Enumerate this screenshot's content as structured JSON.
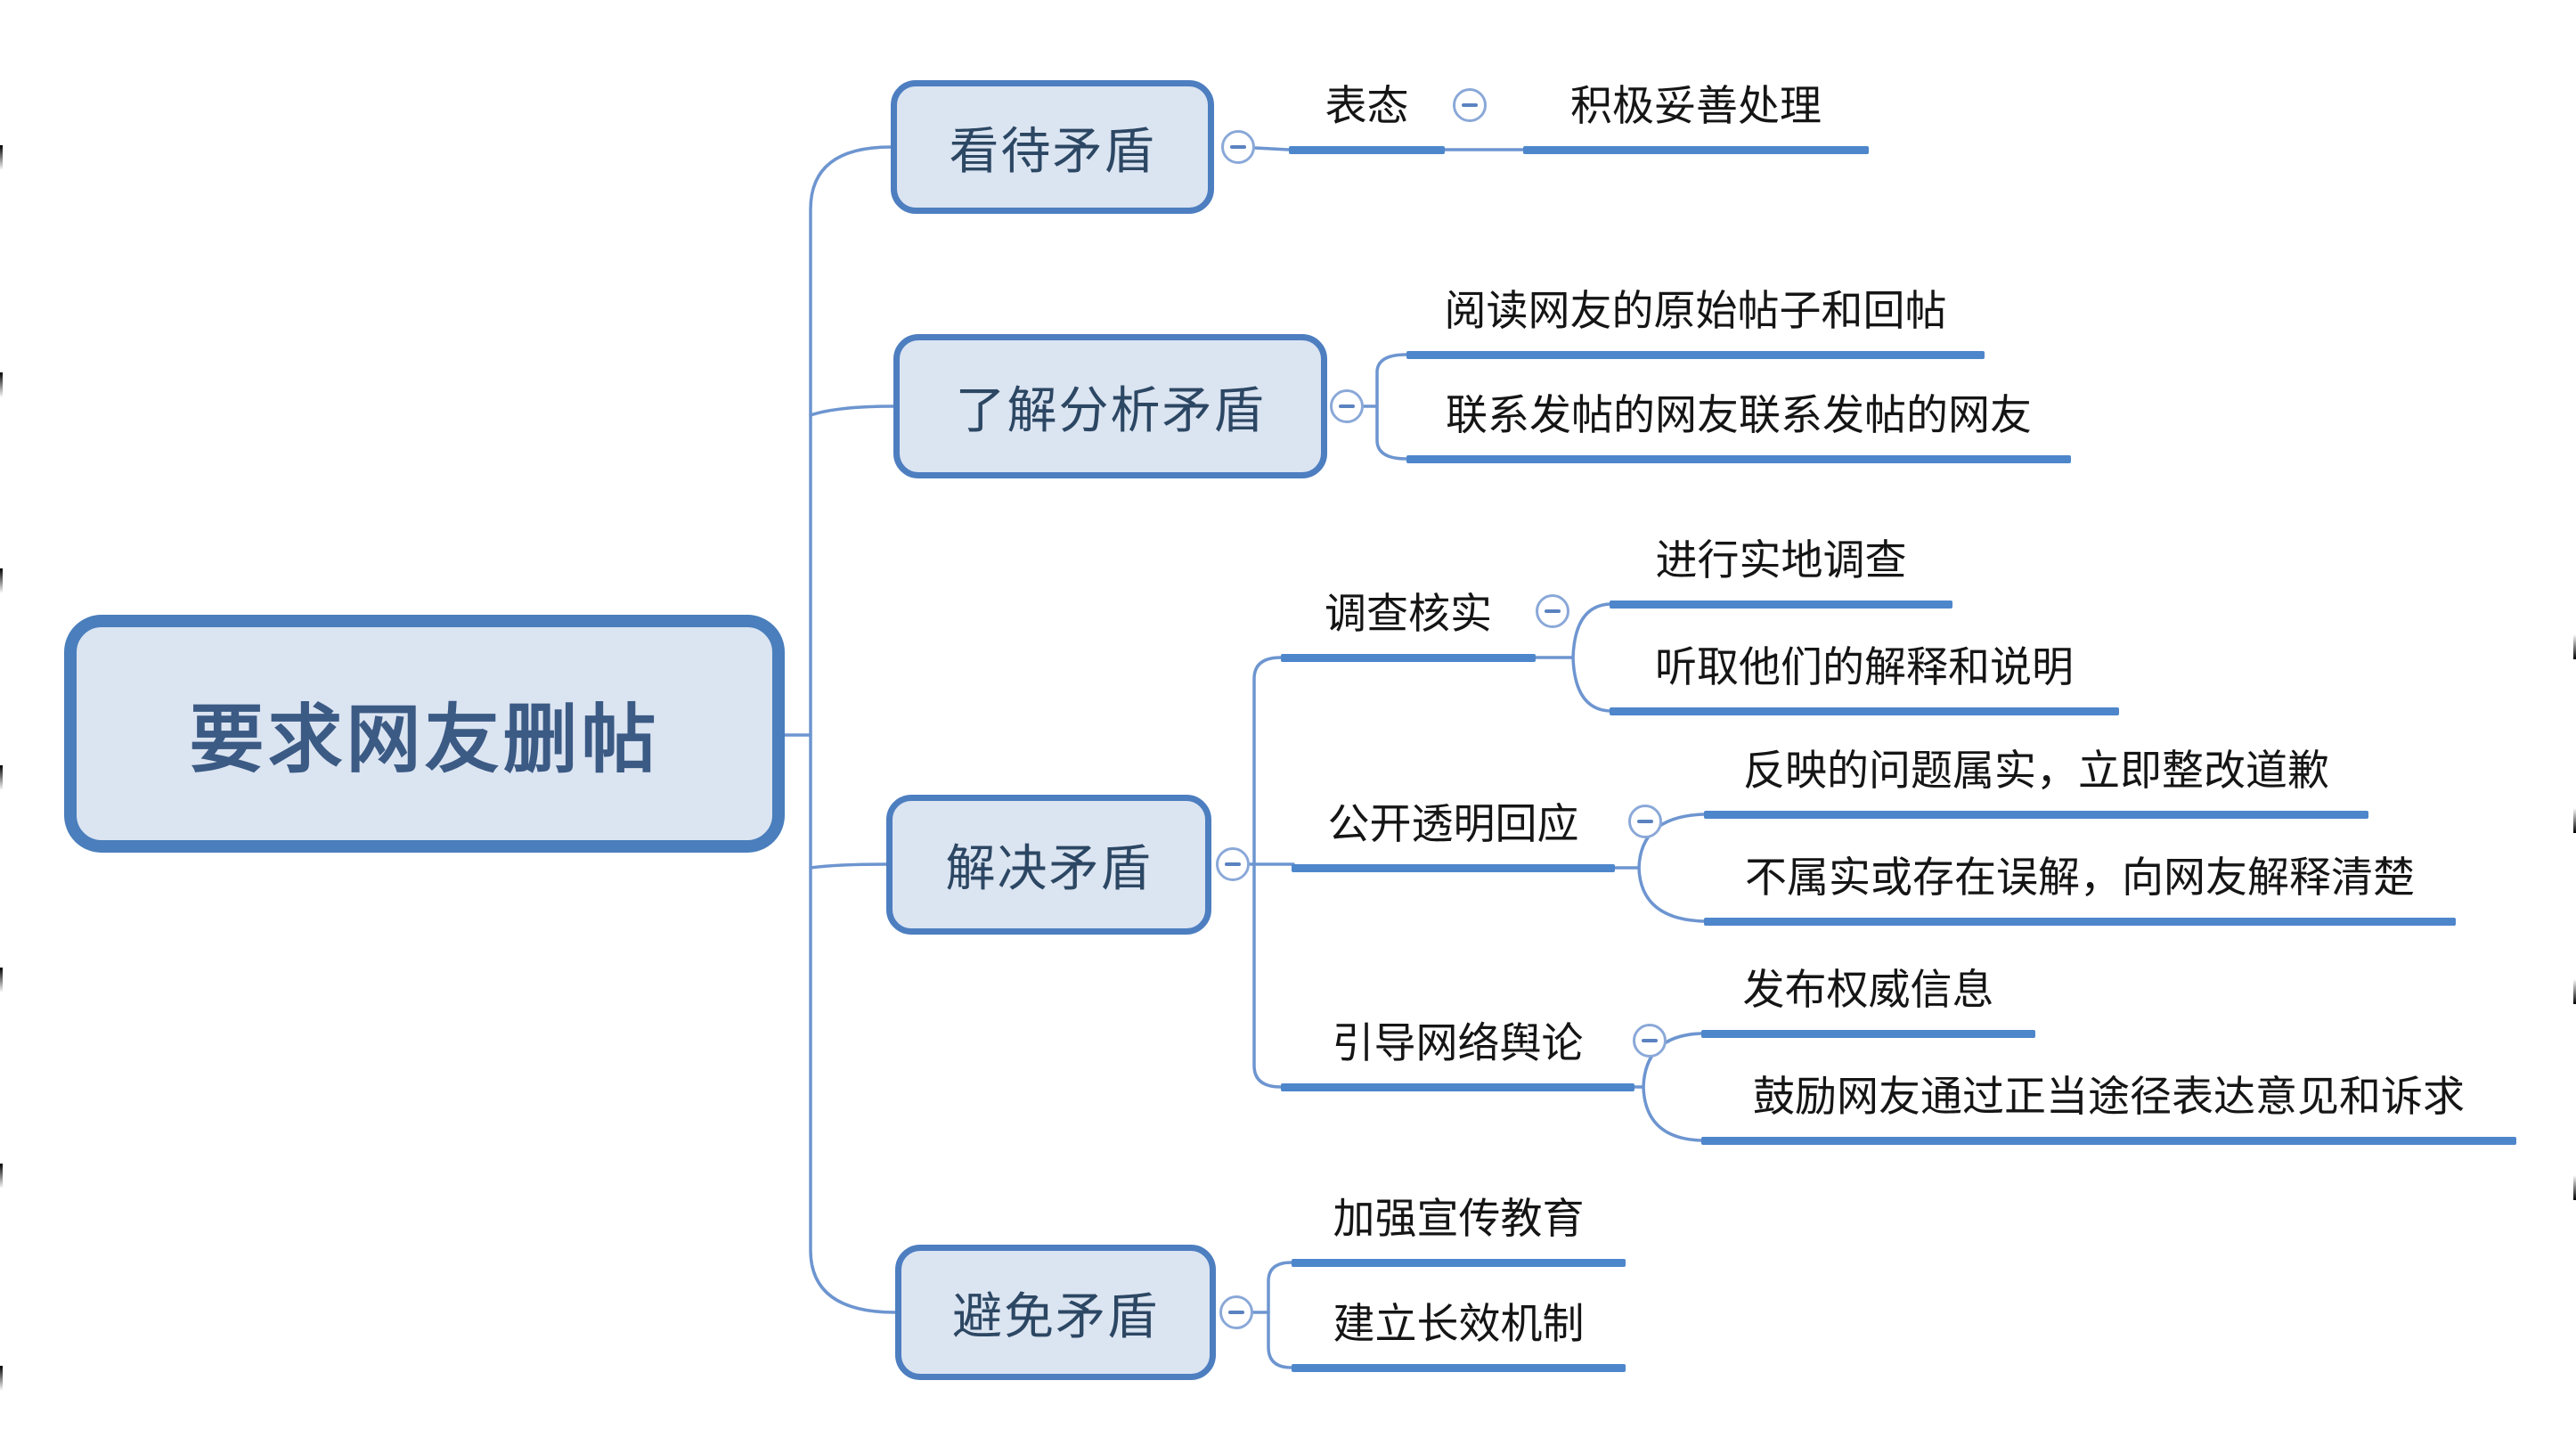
{
  "colors": {
    "node_fill": "#dbe4f1",
    "node_border": "#4d7ec0",
    "root_border": "#4a7ebc",
    "root_text": "#3b5a84",
    "box_text": "#2c4763",
    "line_topic_text": "#151515",
    "underline_bar": "#4e86cb",
    "connector": "#6d95d0",
    "collapse_button_border": "#8aa8d8"
  },
  "collapse_button": {
    "glyph": "minus"
  },
  "root": {
    "label": "要求网友删帖"
  },
  "branches": [
    {
      "label": "看待矛盾",
      "children": [
        {
          "label": "表态",
          "children": [
            {
              "label": "积极妥善处理"
            }
          ]
        }
      ]
    },
    {
      "label": "了解分析矛盾",
      "children": [
        {
          "label": "阅读网友的原始帖子和回帖"
        },
        {
          "label": "联系发帖的网友联系发帖的网友"
        }
      ]
    },
    {
      "label": "解决矛盾",
      "children": [
        {
          "label": "调查核实",
          "children": [
            {
              "label": "进行实地调查"
            },
            {
              "label": "听取他们的解释和说明"
            }
          ]
        },
        {
          "label": "公开透明回应",
          "children": [
            {
              "label": "反映的问题属实，立即整改道歉"
            },
            {
              "label": "不属实或存在误解，向网友解释清楚"
            }
          ]
        },
        {
          "label": "引导网络舆论",
          "children": [
            {
              "label": "发布权威信息"
            },
            {
              "label": "鼓励网友通过正当途径表达意见和诉求"
            }
          ]
        }
      ]
    },
    {
      "label": "避免矛盾",
      "children": [
        {
          "label": "加强宣传教育"
        },
        {
          "label": "建立长效机制"
        }
      ]
    }
  ]
}
